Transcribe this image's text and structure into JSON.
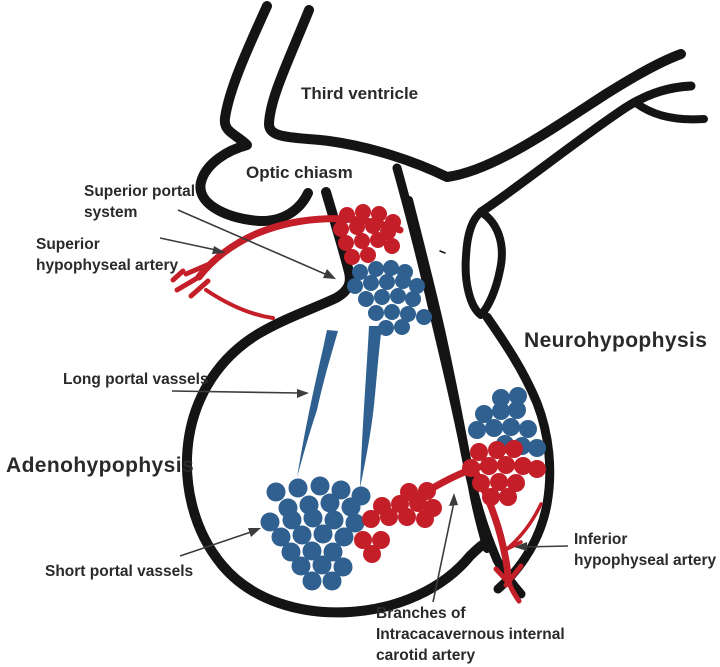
{
  "diagram": {
    "type": "anatomical-diagram",
    "subject": "Pituitary gland (hypophysis) vascular supply",
    "colors": {
      "red": "#c41e28",
      "blue": "#2f608f",
      "outline": "#141414",
      "label": "#2a2a2a",
      "pointer": "#3c3c3c"
    },
    "labels": {
      "third_ventricle": {
        "text": "Third ventricle"
      },
      "optic_chiasm": {
        "text": "Optic chiasm"
      },
      "superior_portal_system": {
        "lines": [
          "Superior portal",
          "system"
        ]
      },
      "superior_hypophyseal_artery": {
        "lines": [
          "Superior",
          "hypophyseal artery"
        ]
      },
      "long_portal_vassels": {
        "text": "Long portal vassels"
      },
      "adenohypophysis": {
        "text": "Adenohypophysis"
      },
      "neurohypophysis": {
        "text": "Neurohypophysis"
      },
      "short_portal_vassels": {
        "text": "Short portal vassels"
      },
      "inferior_hypophyseal_artery": {
        "lines": [
          "Inferior",
          "hypophyseal artery"
        ]
      },
      "branches_carotid": {
        "lines": [
          "Branches of",
          "Intracacavernous internal",
          "carotid artery"
        ]
      }
    },
    "clusters": {
      "superior_portal_red_dots": {
        "color": "red",
        "r": 8,
        "dots": [
          [
            347,
            215
          ],
          [
            363,
            212
          ],
          [
            379,
            214
          ],
          [
            393,
            222
          ],
          [
            341,
            229
          ],
          [
            357,
            227
          ],
          [
            373,
            226
          ],
          [
            388,
            232
          ],
          [
            346,
            243
          ],
          [
            362,
            241
          ],
          [
            378,
            240
          ],
          [
            392,
            246
          ],
          [
            352,
            257
          ],
          [
            368,
            255
          ]
        ]
      },
      "stalk_blue_dots": {
        "color": "blue",
        "r": 8,
        "dots": [
          [
            360,
            272
          ],
          [
            376,
            269
          ],
          [
            391,
            268
          ],
          [
            405,
            272
          ],
          [
            355,
            286
          ],
          [
            371,
            283
          ],
          [
            387,
            282
          ],
          [
            403,
            281
          ],
          [
            417,
            286
          ],
          [
            366,
            299
          ],
          [
            382,
            297
          ],
          [
            398,
            296
          ],
          [
            413,
            299
          ],
          [
            376,
            313
          ],
          [
            392,
            312
          ],
          [
            408,
            314
          ],
          [
            424,
            317
          ],
          [
            386,
            328
          ],
          [
            402,
            327
          ]
        ]
      },
      "short_portal_blue_dots": {
        "color": "blue",
        "r": 9.5,
        "dots": [
          [
            276,
            492
          ],
          [
            298,
            488
          ],
          [
            320,
            486
          ],
          [
            341,
            490
          ],
          [
            361,
            496
          ],
          [
            288,
            508
          ],
          [
            309,
            505
          ],
          [
            330,
            503
          ],
          [
            351,
            507
          ],
          [
            270,
            522
          ],
          [
            292,
            520
          ],
          [
            313,
            518
          ],
          [
            334,
            520
          ],
          [
            355,
            523
          ],
          [
            281,
            537
          ],
          [
            302,
            535
          ],
          [
            323,
            534
          ],
          [
            344,
            537
          ],
          [
            291,
            552
          ],
          [
            312,
            551
          ],
          [
            333,
            552
          ],
          [
            301,
            566
          ],
          [
            322,
            565
          ],
          [
            343,
            567
          ],
          [
            312,
            581
          ],
          [
            332,
            581
          ]
        ]
      },
      "adeno_red_dots": {
        "color": "red",
        "r": 9,
        "dots": [
          [
            409,
            492
          ],
          [
            427,
            491
          ],
          [
            382,
            506
          ],
          [
            400,
            504
          ],
          [
            418,
            503
          ],
          [
            433,
            508
          ],
          [
            371,
            519
          ],
          [
            389,
            517
          ],
          [
            407,
            517
          ],
          [
            425,
            519
          ],
          [
            363,
            540
          ],
          [
            381,
            540
          ],
          [
            372,
            554
          ]
        ]
      },
      "neuro_blue_dots": {
        "color": "blue",
        "r": 9,
        "dots": [
          [
            501,
            398
          ],
          [
            518,
            396
          ],
          [
            484,
            414
          ],
          [
            501,
            411
          ],
          [
            517,
            410
          ],
          [
            477,
            430
          ],
          [
            494,
            428
          ],
          [
            511,
            427
          ],
          [
            528,
            429
          ],
          [
            505,
            444
          ],
          [
            522,
            446
          ],
          [
            537,
            448
          ]
        ]
      },
      "neuro_red_dots": {
        "color": "red",
        "r": 9,
        "dots": [
          [
            479,
            452
          ],
          [
            497,
            450
          ],
          [
            514,
            449
          ],
          [
            471,
            468
          ],
          [
            489,
            466
          ],
          [
            506,
            465
          ],
          [
            523,
            466
          ],
          [
            537,
            469
          ],
          [
            481,
            483
          ],
          [
            499,
            482
          ],
          [
            516,
            483
          ],
          [
            491,
            497
          ],
          [
            508,
            497
          ]
        ]
      }
    }
  }
}
